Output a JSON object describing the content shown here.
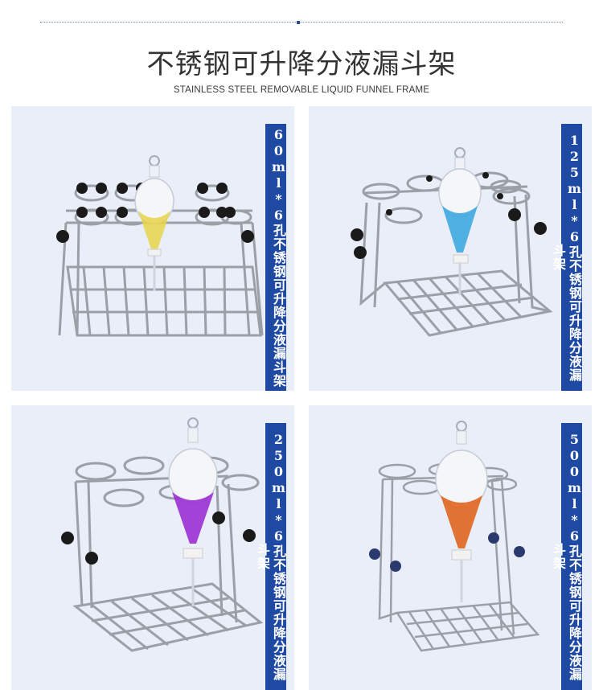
{
  "header": {
    "title": "不锈钢可升降分液漏斗架",
    "subtitle": "STAINLESS STEEL REMOVABLE LIQUID FUNNEL FRAME"
  },
  "panels": [
    {
      "label": "60ml*6孔不锈钢可升降分液漏斗架",
      "liquid_color": "#e8d44a"
    },
    {
      "label": "125ml*6孔不锈钢可升降分液漏斗架",
      "liquid_color": "#3fa8e0"
    },
    {
      "label": "250ml*6孔不锈钢可升降分液漏斗架",
      "liquid_color": "#9a2fd1"
    },
    {
      "label": "500ml*6孔不锈钢可升降分液漏斗架",
      "liquid_color": "#e0651e"
    }
  ],
  "colors": {
    "panel_bg": "#e9eef9",
    "label_bg": "#1f4aa3",
    "steel": "#9aa0a6"
  }
}
